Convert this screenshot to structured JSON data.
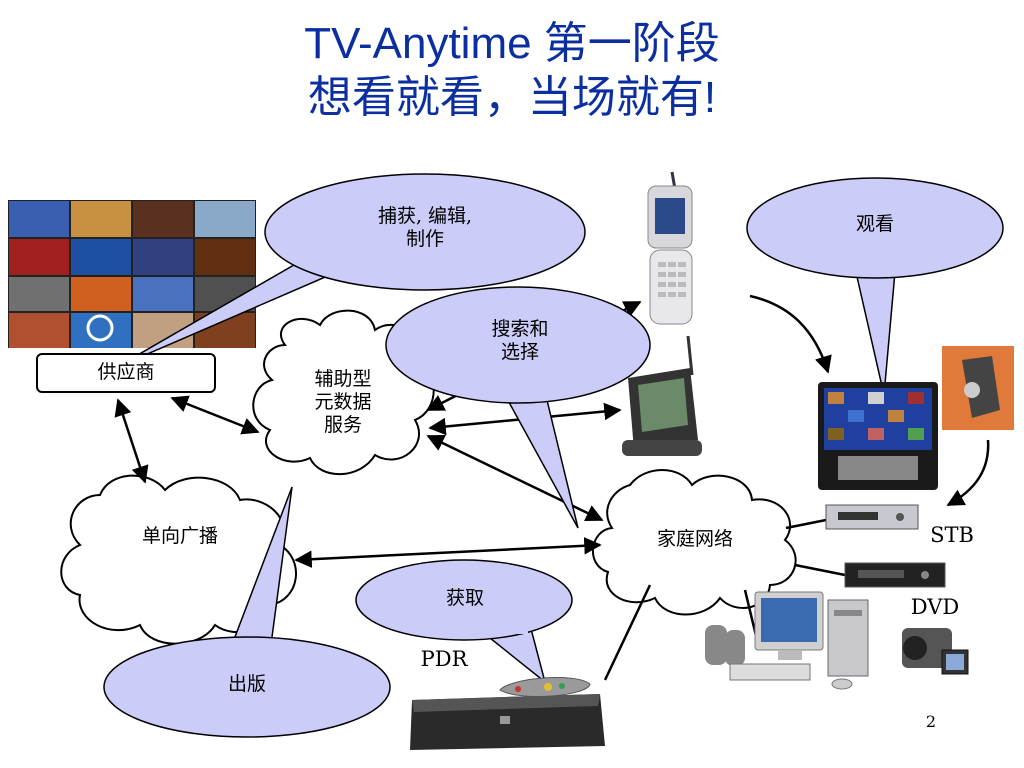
{
  "slide": {
    "title_line1": "TV-Anytime 第一阶段",
    "title_line2": "想看就看，当场就有!",
    "page_number": "2"
  },
  "nodes": {
    "provider": "供应商",
    "metadata_service": [
      "辅助型",
      "元数据",
      "服务"
    ],
    "broadcast": "单向广播",
    "home_network": "家庭网络"
  },
  "callouts": {
    "capture_edit": [
      "捕获, 编辑,",
      "制作"
    ],
    "search_select": [
      "搜索和",
      "选择"
    ],
    "watch": "观看",
    "acquire": "获取",
    "publish": "出版"
  },
  "device_labels": {
    "stb": "STB",
    "dvd": "DVD",
    "pdr": "PDR"
  },
  "icons": [
    "photo-collage-icon",
    "mobile-phone-icon",
    "pda-icon",
    "television-icon",
    "remote-control-icon",
    "stb-box-icon",
    "dvd-player-icon",
    "pc-computer-icon",
    "camcorder-icon",
    "pdr-recorder-icon"
  ]
}
